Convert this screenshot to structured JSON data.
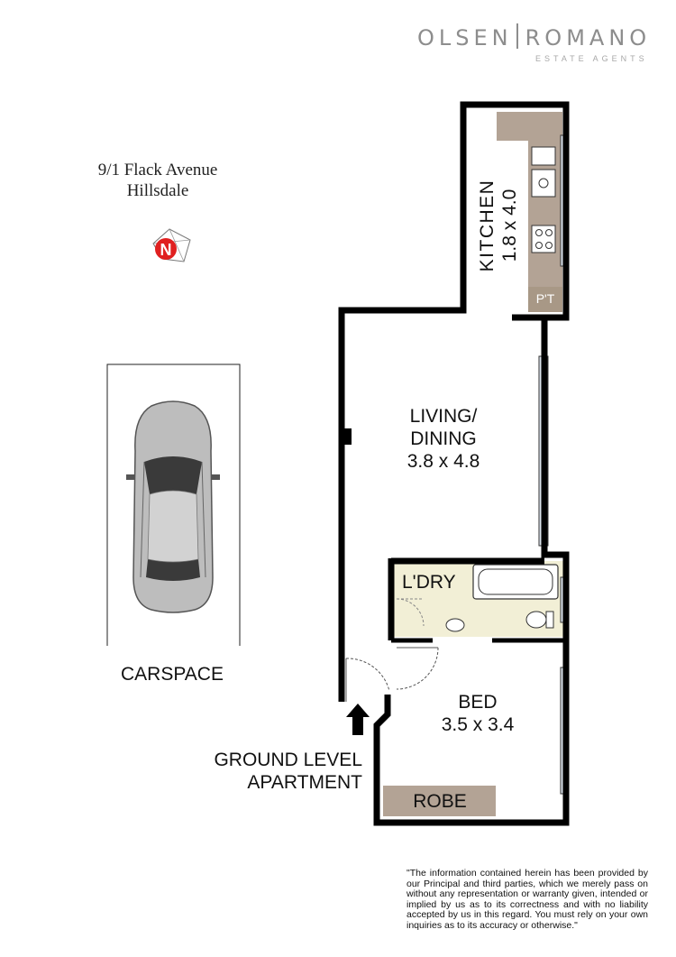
{
  "brand": {
    "name_left": "OLSEN",
    "name_right": "ROMANO",
    "tagline": "ESTATE AGENTS"
  },
  "address": {
    "line1": "9/1 Flack Avenue",
    "line2": "Hillsdale"
  },
  "compass": {
    "letter": "N",
    "color": "#e02020"
  },
  "rooms": {
    "kitchen": {
      "name": "KITCHEN",
      "size": "1.8 x 4.0"
    },
    "pantry": "P'T",
    "living": {
      "name_line1": "LIVING/",
      "name_line2": "DINING",
      "size": "3.8 x 4.8"
    },
    "laundry": "L'DRY",
    "bed": {
      "name": "BED",
      "size": "3.5 x 3.4"
    },
    "robe": "ROBE"
  },
  "carspace": "CARSPACE",
  "entry": {
    "line1": "GROUND LEVEL",
    "line2": "APARTMENT"
  },
  "disclaimer": "\"The information contained herein has been provided by our Principal and third parties, which we merely pass on without any representation or warranty given, intended or implied by us as to its correctness and with no liability accepted by us in this regard. You must rely on your own inquiries as to its accuracy or otherwise.\"",
  "colors": {
    "wall": "#000000",
    "bench": "#b3a395",
    "tile": "#f2efd6",
    "window": "#dbe3ec",
    "car_body": "#bdbdbd",
    "car_glass": "#3a3a3a"
  }
}
